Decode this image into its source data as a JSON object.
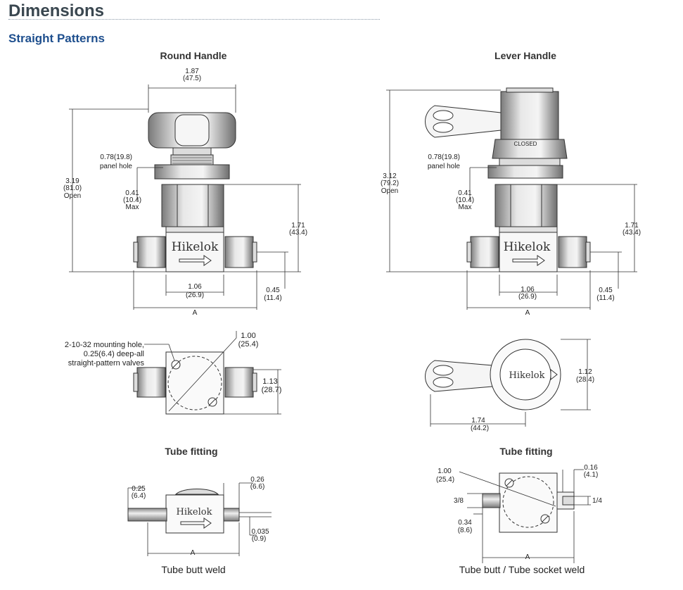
{
  "page": {
    "title": "Dimensions",
    "subtitle": "Straight Patterns"
  },
  "views": {
    "round_handle": "Round Handle",
    "lever_handle": "Lever Handle",
    "tube_fitting_left": "Tube fitting",
    "tube_fitting_right": "Tube fitting"
  },
  "captions": {
    "butt_weld": "Tube butt weld",
    "butt_socket_weld": "Tube butt / Tube socket weld"
  },
  "brand": "Hikelok",
  "closed_label": "CLOSED",
  "dims": {
    "rh_handle_width": [
      "1.87",
      "(47.5)"
    ],
    "rh_panel_hole": [
      "0.78(19.8)",
      "panel hole"
    ],
    "rh_height": [
      "3.19",
      "(81.0)",
      "Open"
    ],
    "rh_max": [
      "0.41",
      "(10.4)",
      "Max"
    ],
    "rh_body_height": [
      "1.71",
      "(43.4)"
    ],
    "rh_body_width": [
      "1.06",
      "(26.9)"
    ],
    "rh_center": [
      "0.45",
      "(11.4)"
    ],
    "rh_a": "A",
    "lh_panel_hole": [
      "0.78(19.8)",
      "panel hole"
    ],
    "lh_height": [
      "3.12",
      "(79.2)",
      "Open"
    ],
    "lh_max": [
      "0.41",
      "(10.4)",
      "Max"
    ],
    "lh_body_height": [
      "1.71",
      "(43.4)"
    ],
    "lh_body_width": [
      "1.06",
      "(26.9)"
    ],
    "lh_center": [
      "0.45",
      "(11.4)"
    ],
    "lh_a": "A",
    "mount_note": [
      "2-10-32 mounting hole,",
      "0.25(6.4) deep-all",
      "straight-pattern valves"
    ],
    "mount_diag": [
      "1.00",
      "(25.4)"
    ],
    "mount_height": [
      "1.13",
      "(28.7)"
    ],
    "lever_top_height": [
      "1.12",
      "(28.4)"
    ],
    "lever_top_length": [
      "1.74",
      "(44.2)"
    ],
    "bw_tube_od": [
      "0.25",
      "(6.4)"
    ],
    "bw_end": [
      "0.26",
      "(6.6)"
    ],
    "bw_wall": [
      "0.035",
      "(0.9)"
    ],
    "bw_a": "A",
    "sw_diag": [
      "1.00",
      "(25.4)"
    ],
    "sw_end": [
      "0.16",
      "(4.1)"
    ],
    "sw_left_size": "3/8",
    "sw_right_size": "1/4",
    "sw_depth": [
      "0.34",
      "(8.6)"
    ],
    "sw_a": "A"
  }
}
